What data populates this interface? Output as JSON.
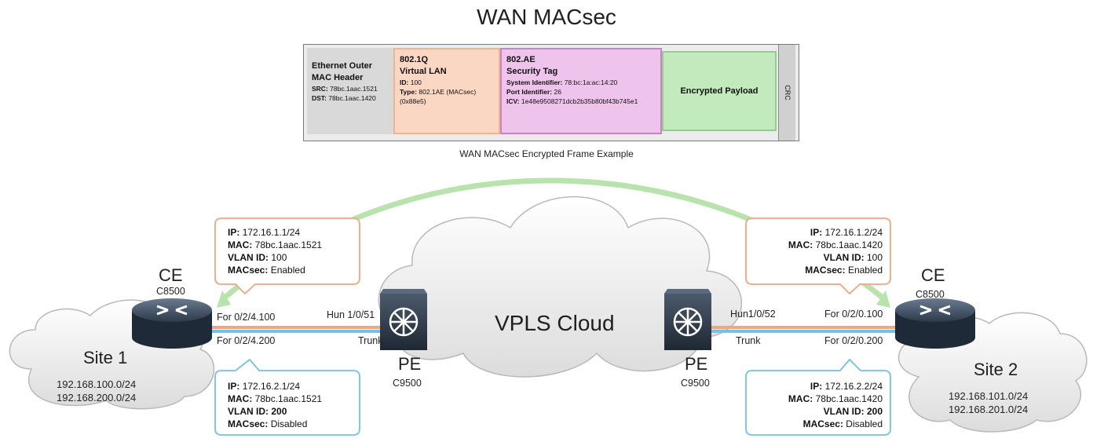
{
  "title": "WAN MACsec",
  "frame": {
    "eth": {
      "title1": "Ethernet Outer",
      "title2": "MAC Header",
      "src_label": "SRC:",
      "src_value": "78bc.1aac.1521",
      "dst_label": "DST:",
      "dst_value": "78bc.1aac.1420"
    },
    "q": {
      "title1": "802.1Q",
      "title2": "Virtual LAN",
      "id_label": "ID:",
      "id_value": "100",
      "type_label": "Type:",
      "type_value": "802.1AE (MACsec)",
      "type_value2": "(0x88e5)"
    },
    "ae": {
      "title1": "802.AE",
      "title2": "Security Tag",
      "sysid_label": "System Identifier:",
      "sysid_value": "78:bc:1a:ac:14:20",
      "port_label": "Port Identifier:",
      "port_value": "26",
      "icv_label": "ICV:",
      "icv_value": "1e48e9508271dcb2b35b80bf43b745e1"
    },
    "payload": "Encrypted Payload",
    "crc": "CRC"
  },
  "caption": "WAN MACsec Encrypted Frame Example",
  "cloud_label": "VPLS Cloud",
  "left": {
    "ce_label": "CE",
    "ce_model": "C8500",
    "site": "Site 1",
    "nets": [
      "192.168.100.0/24",
      "192.168.200.0/24"
    ],
    "if_top": "For 0/2/4.100",
    "if_bottom": "For 0/2/4.200",
    "pe_port": "Hun 1/0/51",
    "pe_trunk": "Trunk",
    "pe_label": "PE",
    "pe_model": "C9500",
    "callout_top": {
      "ip_label": "IP:",
      "ip": "172.16.1.1/24",
      "mac_label": "MAC:",
      "mac": "78bc.1aac.1521",
      "vlan_label": "VLAN ID:",
      "vlan": "100",
      "macsec_label": "MACsec:",
      "macsec": "Enabled"
    },
    "callout_bottom": {
      "ip_label": "IP:",
      "ip": "172.16.2.1/24",
      "mac_label": "MAC:",
      "mac": "78bc.1aac.1521",
      "vlan_label": "VLAN ID:",
      "vlan": "200",
      "macsec_label": "MACsec:",
      "macsec": "Disabled"
    }
  },
  "right": {
    "ce_label": "CE",
    "ce_model": "C8500",
    "site": "Site 2",
    "nets": [
      "192.168.101.0/24",
      "192.168.201.0/24"
    ],
    "if_top": "For 0/2/0.100",
    "if_bottom": "For 0/2/0.200",
    "pe_port": "Hun1/0/52",
    "pe_trunk": "Trunk",
    "pe_label": "PE",
    "pe_model": "C9500",
    "callout_top": {
      "ip_label": "IP:",
      "ip": "172.16.1.2/24",
      "mac_label": "MAC:",
      "mac": "78bc.1aac.1420",
      "vlan_label": "VLAN ID:",
      "vlan": "100",
      "macsec_label": "MACsec:",
      "macsec": "Enabled"
    },
    "callout_bottom": {
      "ip_label": "IP:",
      "ip": "172.16.2.2/24",
      "mac_label": "MAC:",
      "mac": "78bc.1aac.1420",
      "vlan_label": "VLAN ID:",
      "vlan": "200",
      "macsec_label": "MACsec:",
      "macsec": "Disabled"
    }
  },
  "colors": {
    "orange": "#f3a57e",
    "blue": "#6fc3e8",
    "green": "#b9e3ad"
  }
}
